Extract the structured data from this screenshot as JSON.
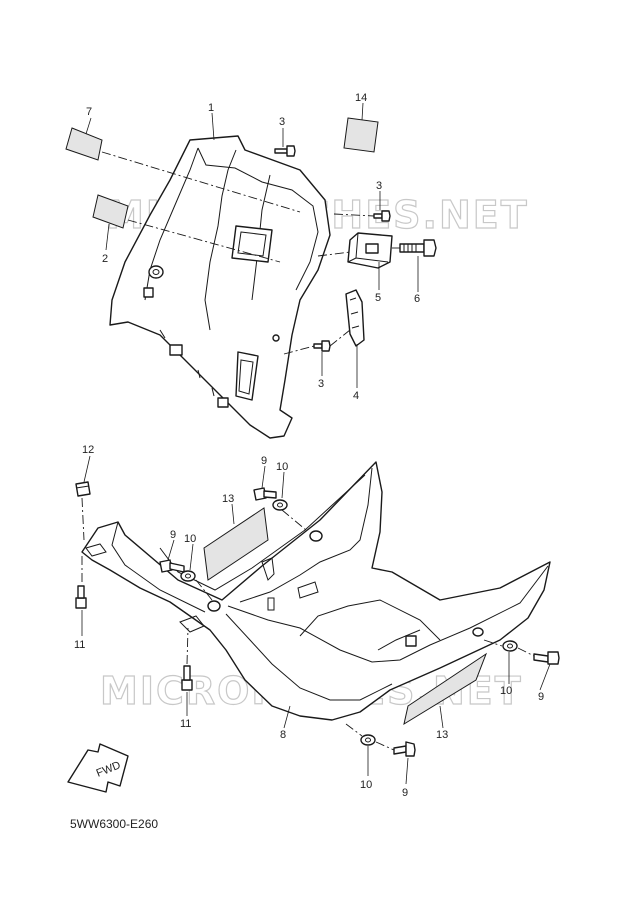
{
  "watermark": "MICROFICHES.NET",
  "diagram_code": "5WW6300-E260",
  "fwd_label": "FWD",
  "callouts": {
    "c1": "1",
    "c2": "2",
    "c3a": "3",
    "c3b": "3",
    "c3c": "3",
    "c4": "4",
    "c5": "5",
    "c6": "6",
    "c7": "7",
    "c8": "8",
    "c9a": "9",
    "c9b": "9",
    "c9c": "9",
    "c9d": "9",
    "c10a": "10",
    "c10b": "10",
    "c10c": "10",
    "c10d": "10",
    "c11a": "11",
    "c11b": "11",
    "c12": "12",
    "c13a": "13",
    "c13b": "13",
    "c14": "14"
  }
}
